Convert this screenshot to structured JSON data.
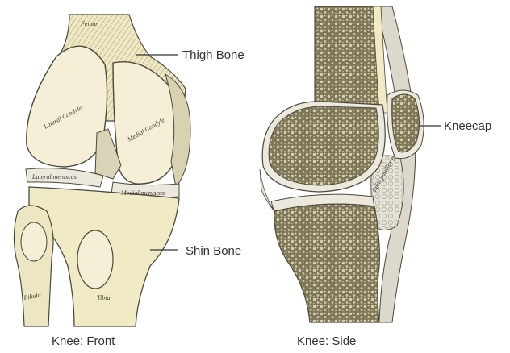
{
  "colors": {
    "bone": "#f1ebc5",
    "bone_shade": "#d9d2a8",
    "cartilage": "#ece8de",
    "cancellous": "#7a7458",
    "outline": "#4a4a3c",
    "leader": "#333333"
  },
  "front_view": {
    "caption": "Knee: Front",
    "labels": {
      "thigh_bone": "Thigh Bone",
      "shin_bone": "Shin Bone"
    },
    "etched": {
      "femur": "Femur",
      "lateral_condyle": "Lateral Condyle",
      "medial_condyle": "Medial Condyle",
      "lateral_meniscus": "Lateral meniscus",
      "medial_meniscus": "Medial meniscus",
      "fibula": "Fibula",
      "tibia": "Tibia"
    }
  },
  "side_view": {
    "caption": "Knee: Side",
    "labels": {
      "kneecap": "Kneecap"
    },
    "etched": {
      "fat_pad": "Infra patellar pad of fat"
    }
  }
}
